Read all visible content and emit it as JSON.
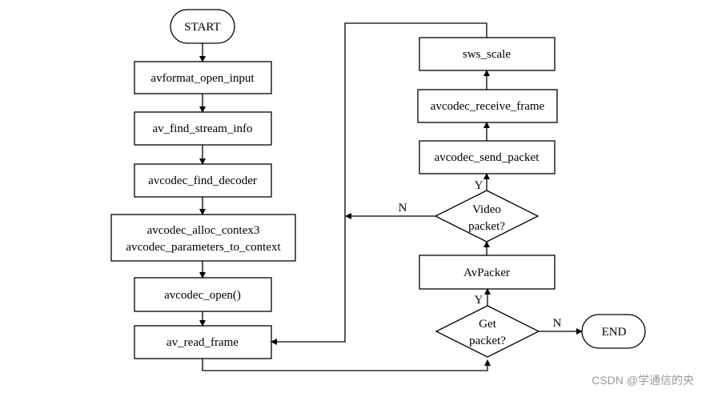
{
  "nodes": {
    "start": "START",
    "open_input": "avformat_open_input",
    "find_stream_info": "av_find_stream_info",
    "find_decoder": "avcodec_find_decoder",
    "alloc_contex3": "avcodec_alloc_contex3",
    "params_to_context": "avcodec_parameters_to_context",
    "codec_open": "avcodec_open()",
    "read_frame": "av_read_frame",
    "get_packet_1": "Get",
    "get_packet_2": "packet?",
    "end": "END",
    "avpacker": "AvPacker",
    "video_packet_1": "Video",
    "video_packet_2": "packet?",
    "send_packet": "avcodec_send_packet",
    "receive_frame": "avcodec_receive_frame",
    "sws_scale": "sws_scale"
  },
  "edges": {
    "get_yes": "Y",
    "get_no": "N",
    "video_yes": "Y",
    "video_no": "N"
  },
  "watermark": "CSDN @学通信的央"
}
